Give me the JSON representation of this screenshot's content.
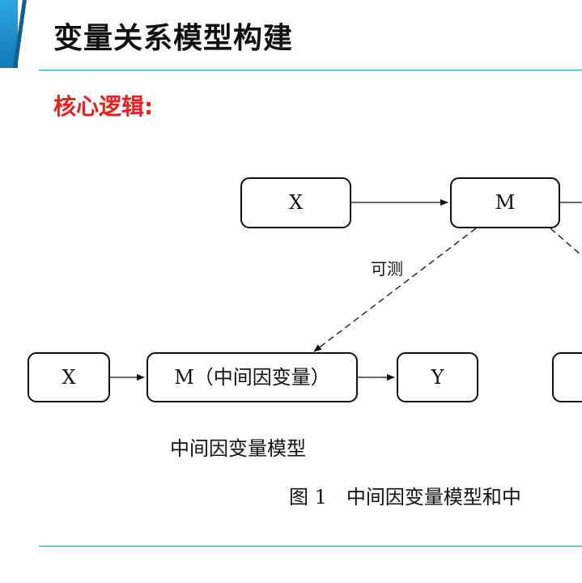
{
  "slide": {
    "title": "变量关系模型构建",
    "subtitle": "核心逻辑:",
    "accent_color": "#2ba6e0",
    "subtitle_color": "#e6211e"
  },
  "diagram": {
    "nodes": [
      {
        "id": "top-x",
        "label": "X"
      },
      {
        "id": "top-m",
        "label": "M"
      },
      {
        "id": "top-right",
        "label": ""
      },
      {
        "id": "mid-x",
        "label": "X"
      },
      {
        "id": "mid-m",
        "label": "M（中间因变量）"
      },
      {
        "id": "mid-y",
        "label": "Y"
      },
      {
        "id": "right-partial",
        "label": ""
      }
    ],
    "edges": [
      {
        "from": "top-x",
        "to": "top-m",
        "style": "solid",
        "label": ""
      },
      {
        "from": "top-m",
        "to": "top-right",
        "style": "solid",
        "label": ""
      },
      {
        "from": "top-m",
        "to": "mid-m",
        "style": "dashed",
        "label": "可测"
      },
      {
        "from": "top-m",
        "to": "right-partial",
        "style": "dashed",
        "label": ""
      },
      {
        "from": "mid-x",
        "to": "mid-m",
        "style": "solid",
        "label": ""
      },
      {
        "from": "mid-m",
        "to": "mid-y",
        "style": "solid",
        "label": ""
      }
    ],
    "model_caption": "中间因变量模型",
    "figure_caption": "图 1　中间因变量模型和中"
  }
}
